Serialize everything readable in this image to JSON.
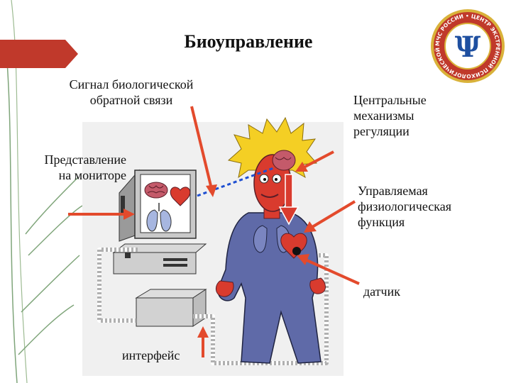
{
  "slide": {
    "title": "Биоуправление",
    "labels": {
      "signal_line1": "Сигнал биологической",
      "signal_line2": "обратной связи",
      "monitor_line1": "Представление",
      "monitor_line2": "на мониторе",
      "central_line1": "Центральные",
      "central_line2": "механизмы",
      "central_line3": "регуляции",
      "function_line1": "Управляемая",
      "function_line2": "физиологическая",
      "function_line3": "функция",
      "sensor": "датчик",
      "interface": "интерфейс"
    }
  },
  "logo": {
    "ring_text": "МЧС РОССИИ • ЦЕНТР ЭКСТРЕННОЙ ПСИХОЛОГИЧЕСКОЙ ПОМОЩИ",
    "symbol": "Ψ"
  },
  "colors": {
    "accent_red": "#c0392b",
    "arrow_red": "#e34a2c",
    "scene_bg": "#f0f0f0",
    "figure_blue": "#5f6aa8",
    "hair_yellow": "#f4cf24",
    "logo_blue": "#1e4fa0",
    "logo_gold": "#d9b23a"
  }
}
